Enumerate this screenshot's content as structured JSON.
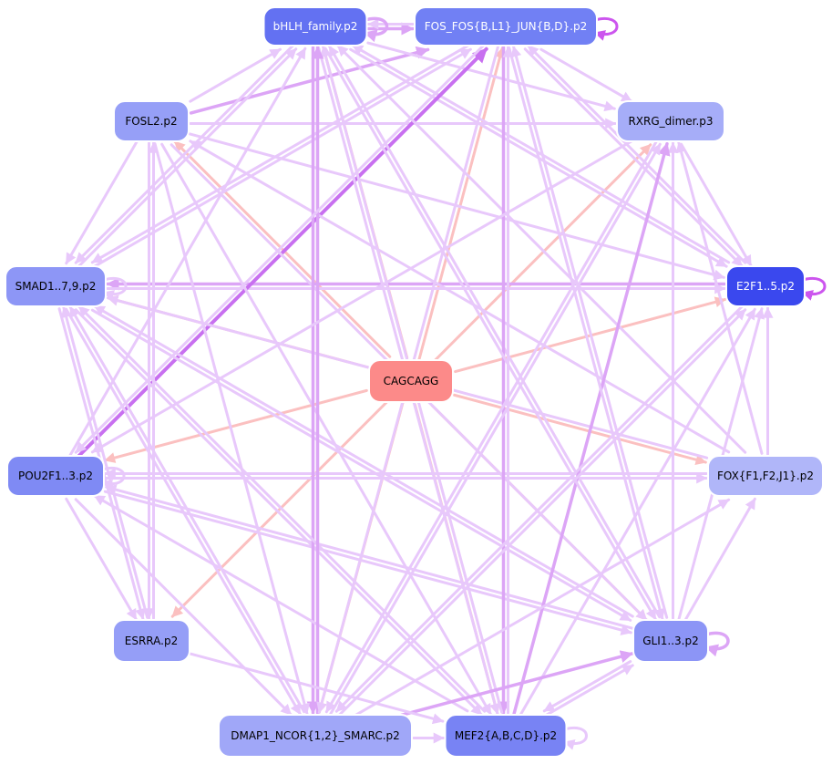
{
  "colors": {
    "center_fill": "#fc8a89",
    "edge_center": "#fbc0c0",
    "edge_light": "#e8c8fb",
    "edge_mid": "#dca5f6",
    "edge_strong": "#c870f0",
    "loop_strong": "#cc55ee",
    "label_dark": "#000000",
    "label_light": "#ffffff",
    "node_border": "#ffffff"
  },
  "nodes": [
    {
      "id": "bhlh",
      "label": "bHLH_family.p2",
      "fill": "#6371f2",
      "text": "light"
    },
    {
      "id": "fos",
      "label": "FOS_FOS{B,L1}_JUN{B,D}.p2",
      "fill": "#7180f4",
      "text": "light"
    },
    {
      "id": "fosl2",
      "label": "FOSL2.p2",
      "fill": "#969ff7",
      "text": "dark"
    },
    {
      "id": "rxrg",
      "label": "RXRG_dimer.p3",
      "fill": "#a6adf8",
      "text": "dark"
    },
    {
      "id": "smad",
      "label": "SMAD1..7,9.p2",
      "fill": "#8d96f6",
      "text": "dark"
    },
    {
      "id": "e2f",
      "label": "E2F1..5.p2",
      "fill": "#3a48ee",
      "text": "light"
    },
    {
      "id": "center",
      "label": "CAGCAGG",
      "fill": "#fc8a89",
      "text": "dark"
    },
    {
      "id": "pou",
      "label": "POU2F1..3.p2",
      "fill": "#7f8af4",
      "text": "dark"
    },
    {
      "id": "fox",
      "label": "FOX{F1,F2,J1}.p2",
      "fill": "#b0b6f9",
      "text": "dark"
    },
    {
      "id": "esrra",
      "label": "ESRRA.p2",
      "fill": "#959ef7",
      "text": "dark"
    },
    {
      "id": "gli",
      "label": "GLI1..3.p2",
      "fill": "#8c95f6",
      "text": "dark"
    },
    {
      "id": "dmap",
      "label": "DMAP1_NCOR{1,2}_SMARC.p2",
      "fill": "#a0a7f8",
      "text": "dark"
    },
    {
      "id": "mef2",
      "label": "MEF2{A,B,C,D}.p2",
      "fill": "#7883f4",
      "text": "dark"
    }
  ],
  "edges": [
    {
      "from": "center",
      "to": "fos",
      "style": "center"
    },
    {
      "from": "center",
      "to": "bhlh",
      "style": "center"
    },
    {
      "from": "center",
      "to": "fosl2",
      "style": "center"
    },
    {
      "from": "center",
      "to": "rxrg",
      "style": "center"
    },
    {
      "from": "center",
      "to": "smad",
      "style": "center"
    },
    {
      "from": "center",
      "to": "e2f",
      "style": "center"
    },
    {
      "from": "center",
      "to": "pou",
      "style": "center"
    },
    {
      "from": "center",
      "to": "fox",
      "style": "center"
    },
    {
      "from": "center",
      "to": "esrra",
      "style": "center"
    },
    {
      "from": "center",
      "to": "gli",
      "style": "center"
    },
    {
      "from": "center",
      "to": "dmap",
      "style": "center"
    },
    {
      "from": "center",
      "to": "mef2",
      "style": "center"
    },
    {
      "from": "bhlh",
      "to": "fos",
      "style": "mid"
    },
    {
      "from": "fos",
      "to": "bhlh",
      "style": "light"
    },
    {
      "from": "fosl2",
      "to": "fos",
      "style": "mid"
    },
    {
      "from": "fosl2",
      "to": "rxrg",
      "style": "light"
    },
    {
      "from": "fosl2",
      "to": "bhlh",
      "style": "light"
    },
    {
      "from": "bhlh",
      "to": "rxrg",
      "style": "light"
    },
    {
      "from": "fos",
      "to": "rxrg",
      "style": "light"
    },
    {
      "from": "bhlh",
      "to": "e2f",
      "style": "light"
    },
    {
      "from": "fos",
      "to": "e2f",
      "style": "light"
    },
    {
      "from": "e2f",
      "to": "bhlh",
      "style": "light"
    },
    {
      "from": "e2f",
      "to": "fos",
      "style": "light"
    },
    {
      "from": "fosl2",
      "to": "e2f",
      "style": "light"
    },
    {
      "from": "rxrg",
      "to": "e2f",
      "style": "light"
    },
    {
      "from": "e2f",
      "to": "smad",
      "style": "mid"
    },
    {
      "from": "smad",
      "to": "bhlh",
      "style": "light"
    },
    {
      "from": "smad",
      "to": "fos",
      "style": "light"
    },
    {
      "from": "bhlh",
      "to": "smad",
      "style": "light"
    },
    {
      "from": "fos",
      "to": "smad",
      "style": "light"
    },
    {
      "from": "fosl2",
      "to": "smad",
      "style": "light"
    },
    {
      "from": "smad",
      "to": "e2f",
      "style": "light"
    },
    {
      "from": "pou",
      "to": "fos",
      "style": "strong"
    },
    {
      "from": "pou",
      "to": "bhlh",
      "style": "light"
    },
    {
      "from": "pou",
      "to": "fox",
      "style": "light"
    },
    {
      "from": "fox",
      "to": "pou",
      "style": "light"
    },
    {
      "from": "fox",
      "to": "bhlh",
      "style": "light"
    },
    {
      "from": "fox",
      "to": "fosl2",
      "style": "light"
    },
    {
      "from": "fox",
      "to": "smad",
      "style": "light"
    },
    {
      "from": "fox",
      "to": "e2f",
      "style": "light"
    },
    {
      "from": "fox",
      "to": "rxrg",
      "style": "light"
    },
    {
      "from": "gli",
      "to": "bhlh",
      "style": "light"
    },
    {
      "from": "gli",
      "to": "fos",
      "style": "light"
    },
    {
      "from": "gli",
      "to": "rxrg",
      "style": "light"
    },
    {
      "from": "gli",
      "to": "e2f",
      "style": "light"
    },
    {
      "from": "gli",
      "to": "fox",
      "style": "light"
    },
    {
      "from": "gli",
      "to": "smad",
      "style": "light"
    },
    {
      "from": "gli",
      "to": "pou",
      "style": "light"
    },
    {
      "from": "smad",
      "to": "gli",
      "style": "light"
    },
    {
      "from": "fosl2",
      "to": "gli",
      "style": "light"
    },
    {
      "from": "pou",
      "to": "gli",
      "style": "light"
    },
    {
      "from": "smad",
      "to": "mef2",
      "style": "light"
    },
    {
      "from": "fosl2",
      "to": "mef2",
      "style": "light"
    },
    {
      "from": "bhlh",
      "to": "mef2",
      "style": "light"
    },
    {
      "from": "bhlh",
      "to": "dmap",
      "style": "mid"
    },
    {
      "from": "fos",
      "to": "mef2",
      "style": "mid"
    },
    {
      "from": "mef2",
      "to": "fos",
      "style": "light"
    },
    {
      "from": "mef2",
      "to": "rxrg",
      "style": "mid"
    },
    {
      "from": "mef2",
      "to": "e2f",
      "style": "light"
    },
    {
      "from": "mef2",
      "to": "bhlh",
      "style": "light"
    },
    {
      "from": "mef2",
      "to": "pou",
      "style": "light"
    },
    {
      "from": "mef2",
      "to": "smad",
      "style": "light"
    },
    {
      "from": "mef2",
      "to": "gli",
      "style": "light"
    },
    {
      "from": "dmap",
      "to": "bhlh",
      "style": "mid"
    },
    {
      "from": "dmap",
      "to": "rxrg",
      "style": "light"
    },
    {
      "from": "dmap",
      "to": "e2f",
      "style": "light"
    },
    {
      "from": "dmap",
      "to": "smad",
      "style": "light"
    },
    {
      "from": "dmap",
      "to": "gli",
      "style": "mid"
    },
    {
      "from": "dmap",
      "to": "fox",
      "style": "light"
    },
    {
      "from": "dmap",
      "to": "mef2",
      "style": "light"
    },
    {
      "from": "fosl2",
      "to": "dmap",
      "style": "light"
    },
    {
      "from": "smad",
      "to": "dmap",
      "style": "light"
    },
    {
      "from": "pou",
      "to": "dmap",
      "style": "light"
    },
    {
      "from": "esrra",
      "to": "mef2",
      "style": "light"
    },
    {
      "from": "esrra",
      "to": "smad",
      "style": "light"
    },
    {
      "from": "fosl2",
      "to": "esrra",
      "style": "light"
    },
    {
      "from": "esrra",
      "to": "fosl2",
      "style": "light"
    },
    {
      "from": "smad",
      "to": "esrra",
      "style": "light"
    },
    {
      "from": "pou",
      "to": "esrra",
      "style": "light"
    },
    {
      "from": "rxrg",
      "to": "pou",
      "style": "light"
    },
    {
      "from": "rxrg",
      "to": "dmap",
      "style": "light"
    },
    {
      "from": "e2f",
      "to": "dmap",
      "style": "light"
    },
    {
      "from": "gli",
      "to": "mef2",
      "style": "light"
    },
    {
      "from": "fos",
      "to": "pou",
      "style": "light"
    },
    {
      "from": "fos",
      "to": "dmap",
      "style": "light"
    },
    {
      "from": "bhlh",
      "to": "gli",
      "style": "light"
    },
    {
      "from": "fos",
      "to": "gli",
      "style": "light"
    }
  ],
  "loops": [
    {
      "node": "bhlh",
      "style": "mid"
    },
    {
      "node": "fos",
      "style": "loop"
    },
    {
      "node": "smad",
      "style": "light"
    },
    {
      "node": "e2f",
      "style": "loop"
    },
    {
      "node": "pou",
      "style": "light"
    },
    {
      "node": "gli",
      "style": "mid"
    },
    {
      "node": "mef2",
      "style": "light"
    }
  ]
}
